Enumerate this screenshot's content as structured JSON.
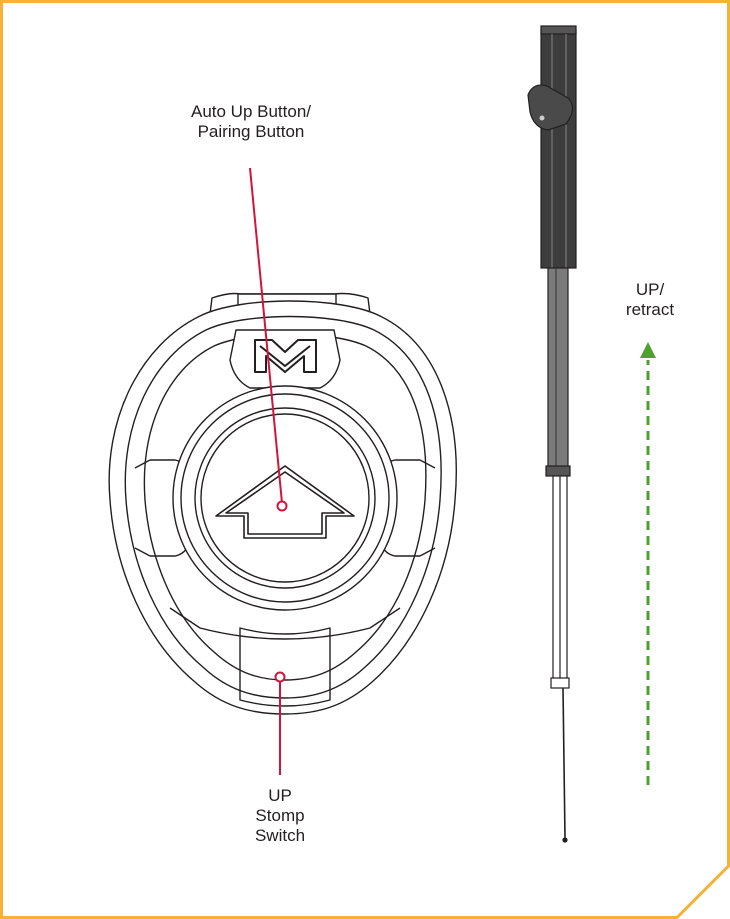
{
  "labels": {
    "auto_up_line1": "Auto Up Button/",
    "auto_up_line2": "Pairing Button",
    "up_retract_line1": "UP/",
    "up_retract_line2": "retract",
    "stomp_line1": "UP",
    "stomp_line2": "Stomp",
    "stomp_line3": "Switch"
  },
  "colors": {
    "border": "#f5b335",
    "leader": "#d2143a",
    "arrow": "#4ca22f",
    "ink": "#231f20",
    "pole_dark": "#3d3d3d"
  },
  "icons": {
    "brand_logo": "minn-kota-m-logo",
    "center_arrow": "up-arrow"
  }
}
